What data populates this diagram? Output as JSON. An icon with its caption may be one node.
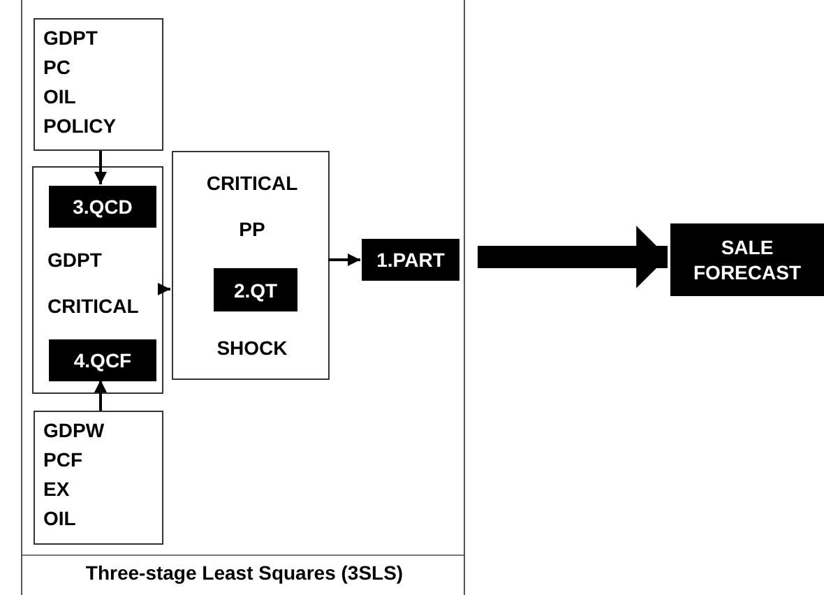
{
  "diagram": {
    "nodes": [
      {
        "text": [
          "Three-stage Least Squares (3SLS)"
        ]
      },
      {
        "text": [
          "GDPT",
          "PC",
          "OIL",
          "POLICY"
        ],
        "in": 0
      },
      {
        "text": [
          "GDPT",
          "CRITICAL"
        ],
        "in": 0
      },
      {
        "text": [
          "3.QCD"
        ],
        "in": 2
      },
      {
        "text": [
          "4.QCF"
        ],
        "in": 2
      },
      {
        "text": [
          "GDPW",
          "PCF",
          "EX",
          "OIL"
        ],
        "in": 0
      },
      {
        "text": [
          "CRITICAL",
          "PP",
          "SHOCK"
        ],
        "in": 0
      },
      {
        "text": [
          "2.QT"
        ],
        "in": 6
      },
      {
        "text": [
          "1.PART"
        ],
        "in": 0
      },
      {
        "text": [
          "SALE FORECAST"
        ]
      }
    ],
    "edges": [
      {
        "from": 1,
        "to": 3,
        "arrow": "to"
      },
      {
        "from": 5,
        "to": 4,
        "arrow": "to"
      },
      {
        "from": 2,
        "to": 6,
        "arrow": "to"
      },
      {
        "from": 6,
        "to": 8,
        "arrow": "to"
      },
      {
        "from": 8,
        "to": 9,
        "arrow": "to",
        "style": "thick"
      }
    ]
  }
}
